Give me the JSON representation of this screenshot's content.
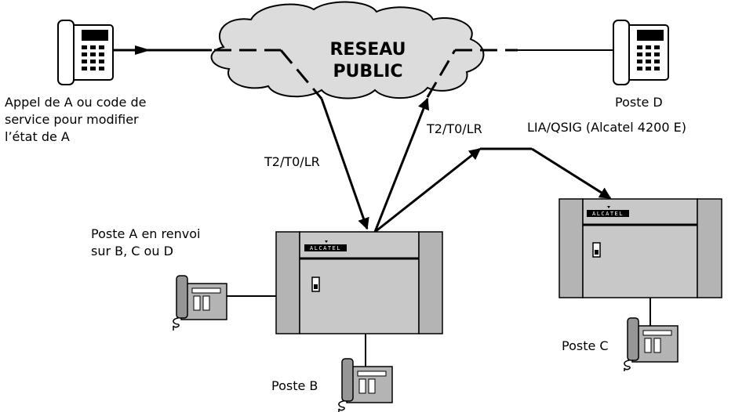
{
  "cloud": {
    "line1": "RESEAU",
    "line2": "PUBLIC"
  },
  "labels": {
    "caller_line1": "Appel de A ou code de",
    "caller_line2": "service  pour modifier",
    "caller_line3": "l’état de A",
    "poste_d": "Poste D",
    "link_right": "T2/T0/LR",
    "qsig": "LIA/QSIG (Alcatel 4200 E)",
    "link_left": "T2/T0/LR",
    "poste_a_line1": "Poste A en renvoi",
    "poste_a_line2": "sur B, C ou D",
    "poste_b": "Poste B",
    "poste_c": "Poste C"
  },
  "pbx": {
    "brand": "ALCATEL"
  },
  "colors": {
    "cabinet": "#c8c8c8",
    "cabinet_panel": "#b4b4b4",
    "cloud": "#dcdcdc",
    "line": "#000000"
  }
}
